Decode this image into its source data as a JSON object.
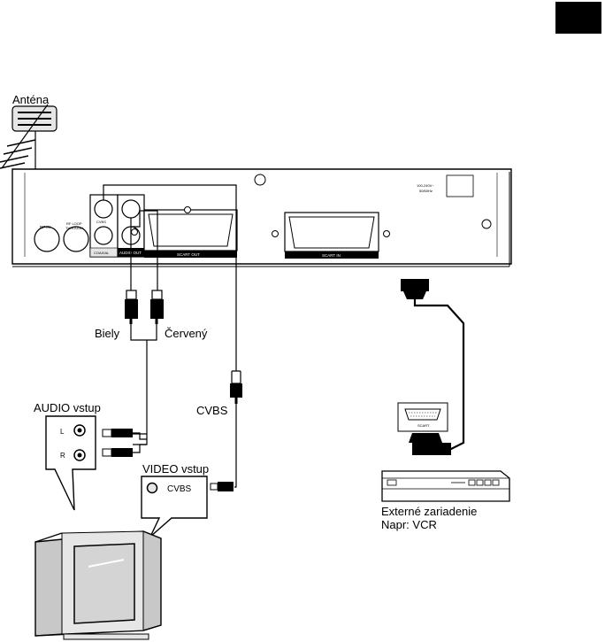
{
  "labels": {
    "antenna": "Anténa",
    "white": "Biely",
    "red": "Červený",
    "audio_input": "AUDIO vstup",
    "left": "L",
    "right": "R",
    "cvbs": "CVBS",
    "video_input": "VIDEO vstup",
    "video_cvbs": "CVBS",
    "external_device": "Externé zariadenie",
    "example": "Napr: VCR"
  },
  "rear_panel": {
    "rf_in": "RF IN",
    "rf_loop_line1": "RF LOOP",
    "rf_loop_line2": "THROUGH",
    "cvbs": "CVBS",
    "coaxial": "COAXIAL",
    "audio_out": "AUDIO OUT",
    "scart_out": "SCART OUT",
    "scart_in": "SCART IN",
    "power_line1": "100-240V~",
    "power_line2": "50/60Hz"
  },
  "scart_socket_label": "SCART",
  "colors": {
    "ink": "#000000",
    "paper": "#ffffff",
    "panel_shade": "#e6e6e6",
    "tv_frame": "#c8c8c8",
    "tv_screen": "#d4d4d4"
  }
}
